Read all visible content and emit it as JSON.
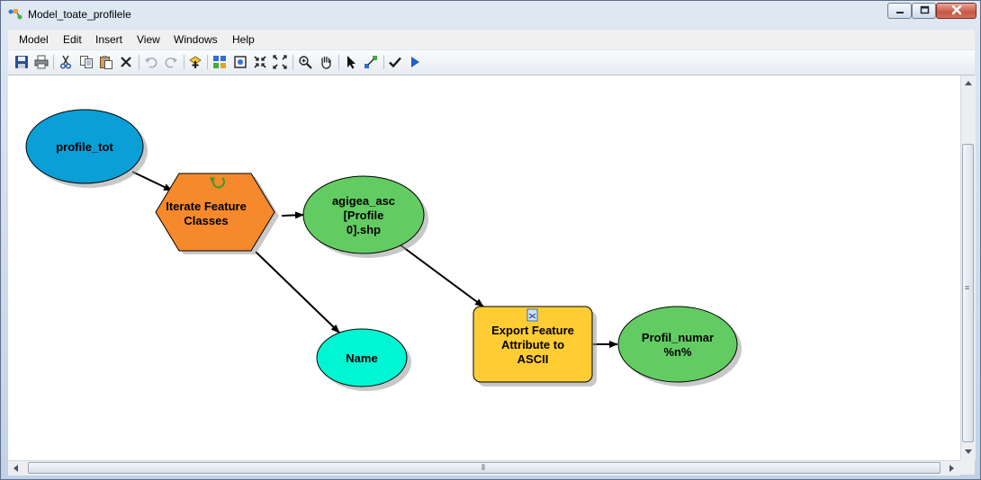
{
  "window": {
    "title": "Model_toate_profilele"
  },
  "menu": [
    "Model",
    "Edit",
    "Insert",
    "View",
    "Windows",
    "Help"
  ],
  "toolbar": {
    "buttons": [
      "save",
      "print",
      "cut",
      "copy",
      "paste",
      "delete",
      "undo",
      "redo",
      "add-data",
      "auto-layout",
      "full-extent",
      "fixed-zoom-in",
      "fixed-zoom-out",
      "zoom-in",
      "pan",
      "select",
      "connect",
      "validate",
      "run"
    ]
  },
  "diagram": {
    "nodes": {
      "profile_tot": {
        "lines": [
          "profile_tot"
        ],
        "color": "#0a9fd6"
      },
      "iterate": {
        "lines": [
          "Iterate Feature",
          "Classes"
        ],
        "color": "#f5892c"
      },
      "agigea": {
        "lines": [
          "agigea_asc",
          "[Profile",
          "0].shp"
        ],
        "color": "#62cc62"
      },
      "name": {
        "lines": [
          "Name"
        ],
        "color": "#00f5d2"
      },
      "export": {
        "lines": [
          "Export Feature",
          "Attribute to",
          "ASCII"
        ],
        "color": "#ffcc33"
      },
      "profil_numar": {
        "lines": [
          "Profil_numar",
          "%n%"
        ],
        "color": "#62cc62"
      }
    }
  }
}
